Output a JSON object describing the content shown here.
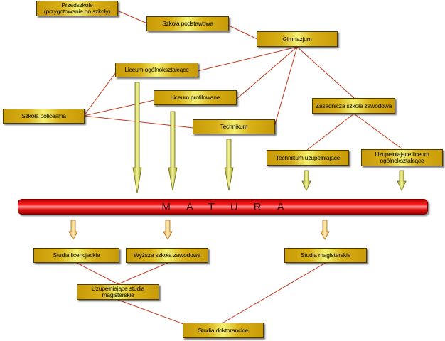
{
  "nodes": {
    "przedszkole": "Przedszkole\n(przygotowanie do szkoły)",
    "szkola_podstawowa": "Szkoła podstawowa",
    "gimnazjum": "Gimnazjum",
    "liceum_ogolnoksztalcace": "Liceum ogólnokształcące",
    "liceum_profilowane": "Liceum profilowane",
    "szkola_policealna": "Szkoła policealna",
    "technikum": "Technikum",
    "zasadnicza_szkola_zawodowa": "Zasadnicza szkoła zawodowa",
    "technikum_uzupelniajace": "Technikum uzupełniające",
    "uzupelniajace_liceum": "Uzupełniające liceum\nogólnokształcące",
    "matura": "MATURA",
    "studia_licencjackie": "Studia licencjackie",
    "wyzsza_szkola_zawodowa": "Wyższa szkoła zawodowa",
    "studia_magisterskie": "Studia magisterskie",
    "uzupelniajace_studia_magisterskie": "Uzupełniające studia\nmagisterskie",
    "studia_doktoranckie": "Studia doktoranckie"
  },
  "colors": {
    "box_fill": "#d8b016",
    "box_highlight": "#f4f070",
    "connector": "#c0391b",
    "arrow_fill": "#e8e870",
    "matura_fill": "#ff2020"
  }
}
